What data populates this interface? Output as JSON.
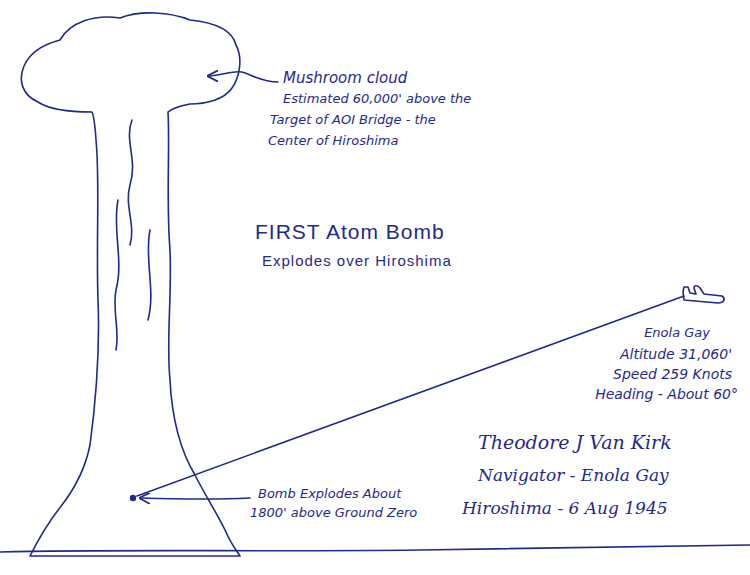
{
  "diagram": {
    "title": "FIRST Atom Bomb",
    "labels": [
      "Explodes over Hiroshima",
      "Mushroom cloud",
      "Estimated 60,000' above the",
      "Target of AOI Bridge - the",
      "Center of Hiroshima",
      "Enola Gay",
      "Altitude 31,060'",
      "Speed 259 Knots",
      "Heading - About 60°",
      "Bomb Explodes About",
      "1800' above Ground Zero",
      "Theodore J Van Kirk",
      "Navigator - Enola Gay",
      "Hiroshima - 6 Aug 1945"
    ]
  }
}
